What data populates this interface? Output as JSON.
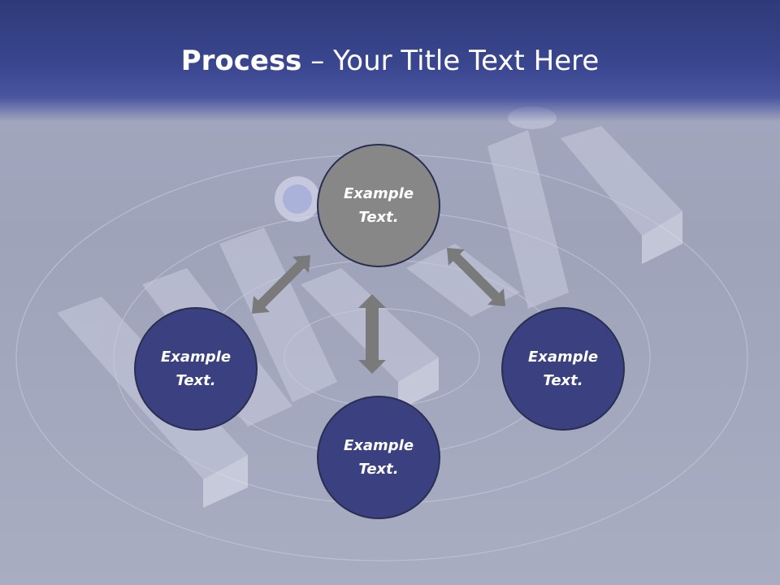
{
  "title": {
    "bold": "Process",
    "rest": " – Your Title Text Here"
  },
  "nodes": [
    {
      "line1": "Example",
      "line2": "Text."
    },
    {
      "line1": "Example",
      "line2": "Text."
    },
    {
      "line1": "Example",
      "line2": "Text."
    },
    {
      "line1": "Example",
      "line2": "Text."
    }
  ],
  "colors": {
    "header": "#3a4790",
    "node_top": "#878787",
    "node": "#3a4080",
    "arrow": "#7a7a7a"
  }
}
